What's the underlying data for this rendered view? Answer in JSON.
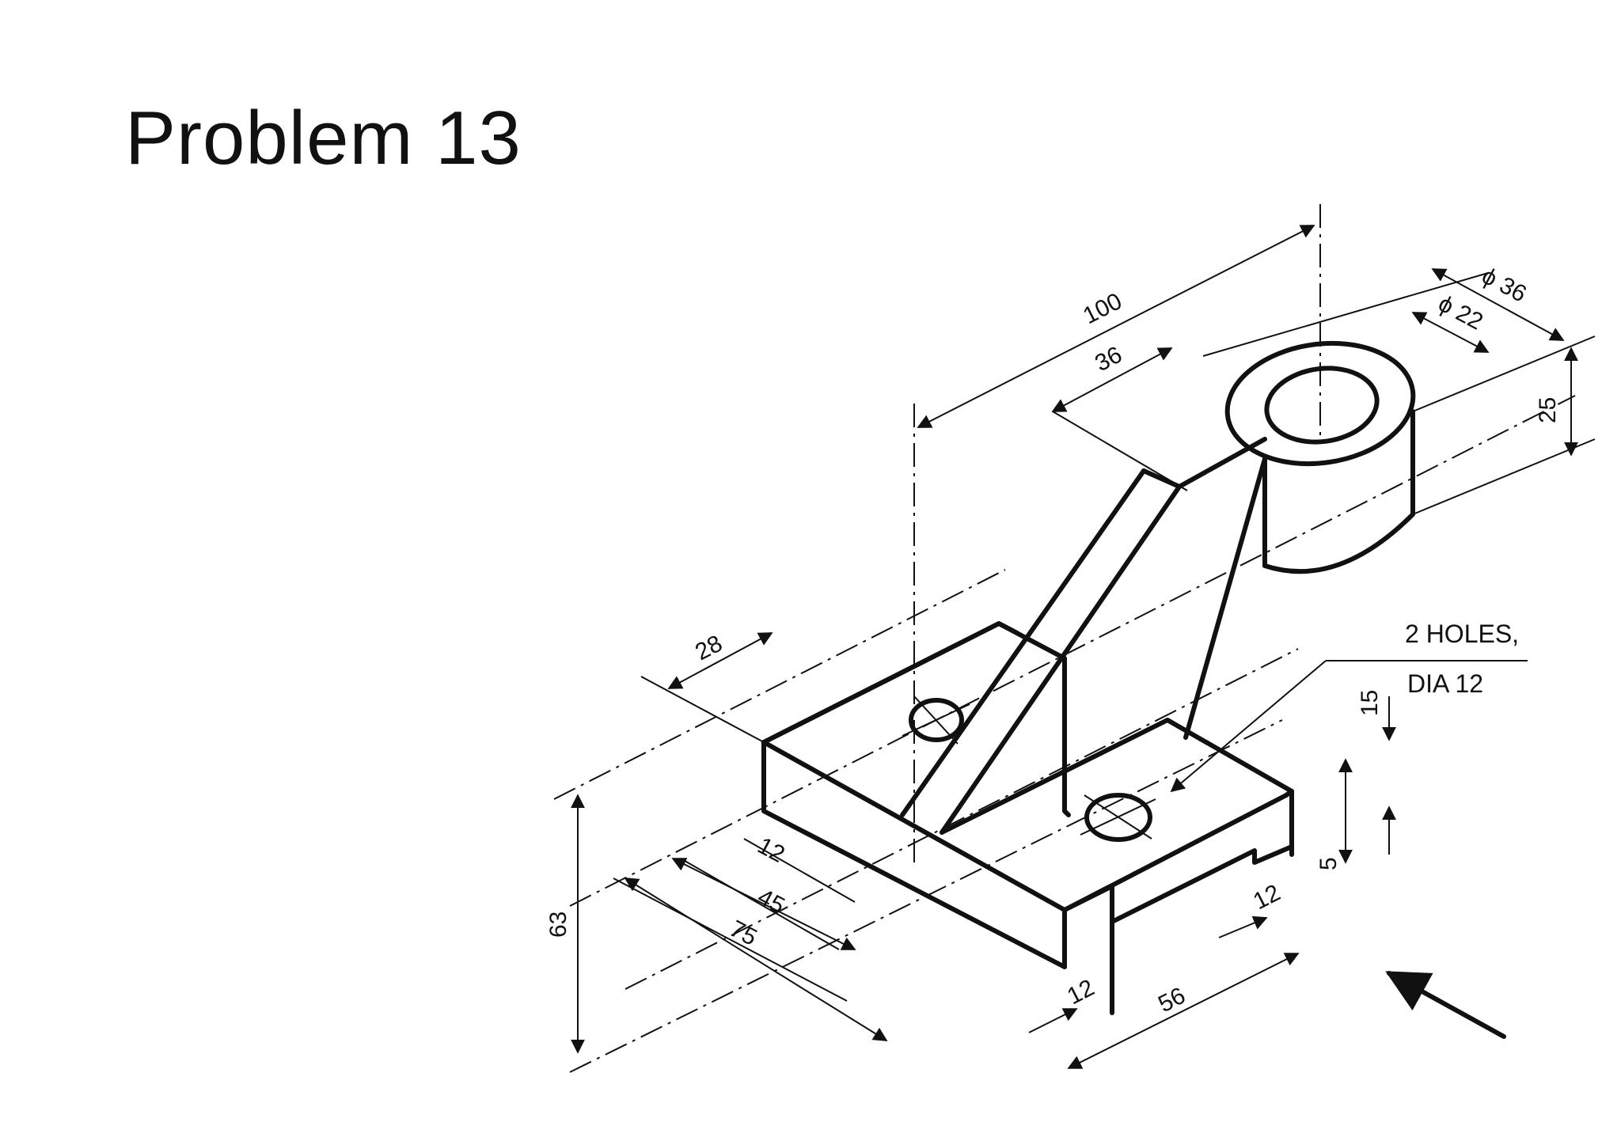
{
  "slide": {
    "title": "Problem 13"
  },
  "drawing": {
    "dimensions": {
      "d100": "100",
      "d36_top": "36",
      "phi36": "ϕ 36",
      "phi22": "ϕ 22",
      "d25": "25",
      "d28": "28",
      "d63": "63",
      "d12_a": "12",
      "d45": "45",
      "d75": "75",
      "d15": "15",
      "d5": "5",
      "d12_b": "12",
      "d12_c": "12",
      "d56": "56"
    },
    "note": {
      "line1": "2 HOLES,",
      "line2": "DIA 12"
    }
  }
}
